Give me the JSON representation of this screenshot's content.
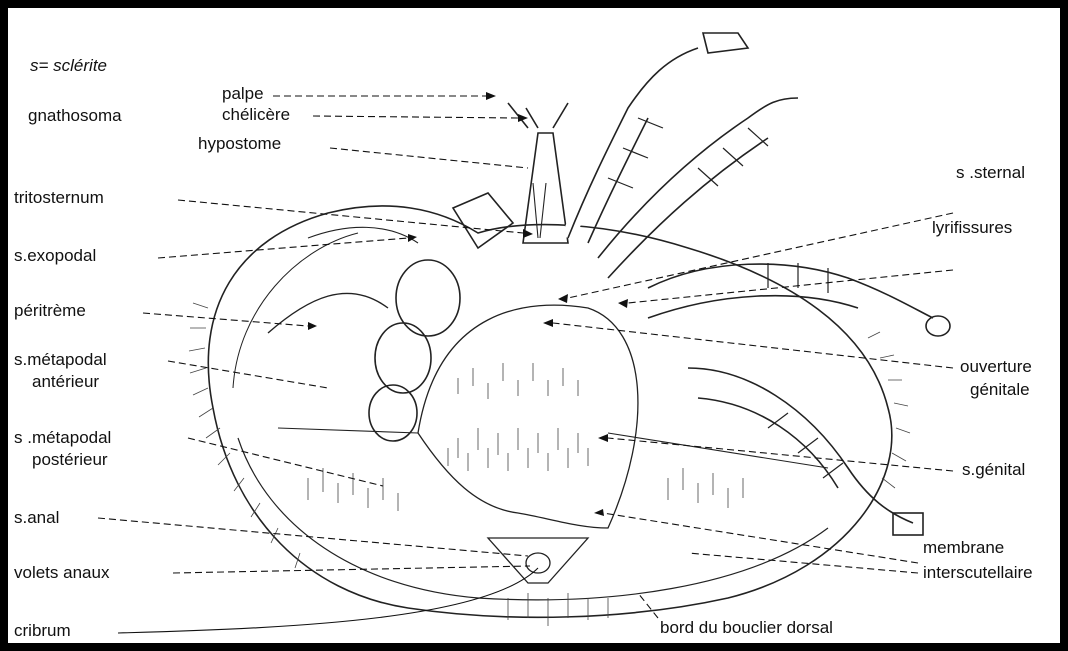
{
  "legend": {
    "sclerite_key": "s= sclérite"
  },
  "labels": {
    "gnathosoma": "gnathosoma",
    "palpe": "palpe",
    "chelicere": "chélicère",
    "hypostome": "hypostome",
    "tritosternum": "tritosternum",
    "s_exopodal": "s.exopodal",
    "peritreme": "péritrème",
    "s_metapodal_anterieur_1": "s.métapodal",
    "s_metapodal_anterieur_2": "antérieur",
    "s_metapodal_posterieur_1": "s .métapodal",
    "s_metapodal_posterieur_2": "postérieur",
    "s_anal": "s.anal",
    "volets_anaux": "volets anaux",
    "cribrum": "cribrum",
    "s_sternal": "s .sternal",
    "lyrifissures": "lyrifissures",
    "ouverture_genitale_1": "ouverture",
    "ouverture_genitale_2": "génitale",
    "s_genital": "s.génital",
    "membrane_1": "membrane",
    "membrane_2": "interscutellaire",
    "bord_bouclier": "bord du bouclier dorsal"
  }
}
